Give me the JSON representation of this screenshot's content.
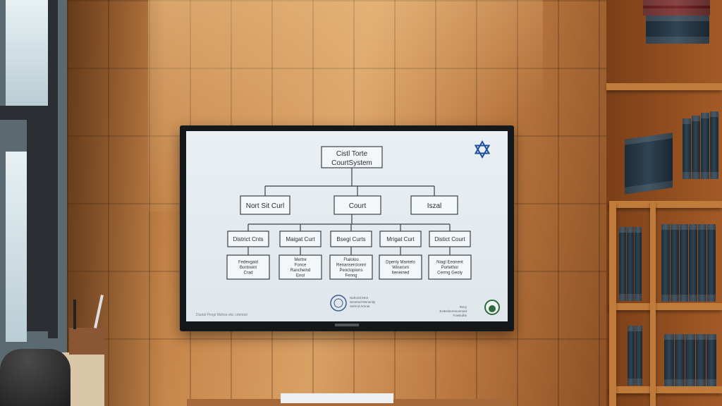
{
  "chart": {
    "title_lines": [
      "Cistl Torte",
      "CourtSystem"
    ],
    "level2": [
      "Nort Sit Curl",
      "Court",
      "Iszal"
    ],
    "level3": [
      "District Cnts",
      "Maigat Curt",
      "Bsegi Curts",
      "Mrigat Curt",
      "Distict Court"
    ],
    "level4": [
      [
        "Fedexgaid",
        "Bontreint",
        "Crad"
      ],
      [
        "Mertre",
        "Fonce",
        "Rancheind",
        "Enol"
      ],
      [
        "Ftaloloo",
        "Renansercionnt",
        "Peoctopions",
        "Fenng"
      ],
      [
        "Dpenly Mantelo",
        "Winersm",
        "Iteneined"
      ],
      [
        "Niagl Eeonent",
        "Portethor",
        "Cerrng Geoly"
      ]
    ],
    "footer_left": "Dastal Peopl Mshoe ekc cdeniad",
    "footer_center": [
      "Nahoral Mrot",
      "Senemd Mnnenity",
      "Selrrcd Arnnet"
    ],
    "footer_right": [
      "Recy",
      "Exlteshemmonmed",
      "Fowsuthe"
    ]
  },
  "icons": {
    "emblem": "star-of-david-icon",
    "seal_center": "court-seal-icon",
    "seal_right": "green-seal-icon"
  },
  "colors": {
    "star": "#1d4e9e",
    "box_stroke": "#3a4048",
    "text": "#2a2f36"
  }
}
